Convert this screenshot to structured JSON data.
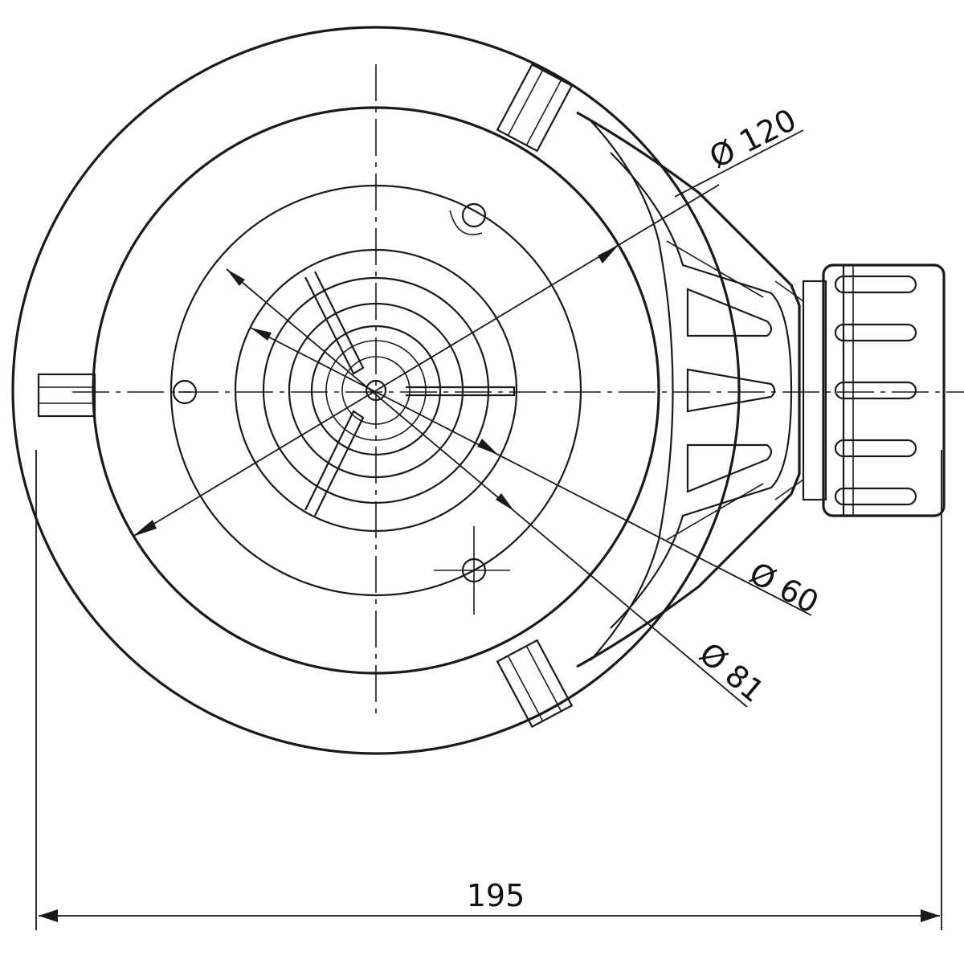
{
  "dimensions": {
    "overall_width": "195",
    "diameter_outer": "Ø 120",
    "diameter_middle": "Ø 81",
    "diameter_inner": "Ø 60"
  }
}
